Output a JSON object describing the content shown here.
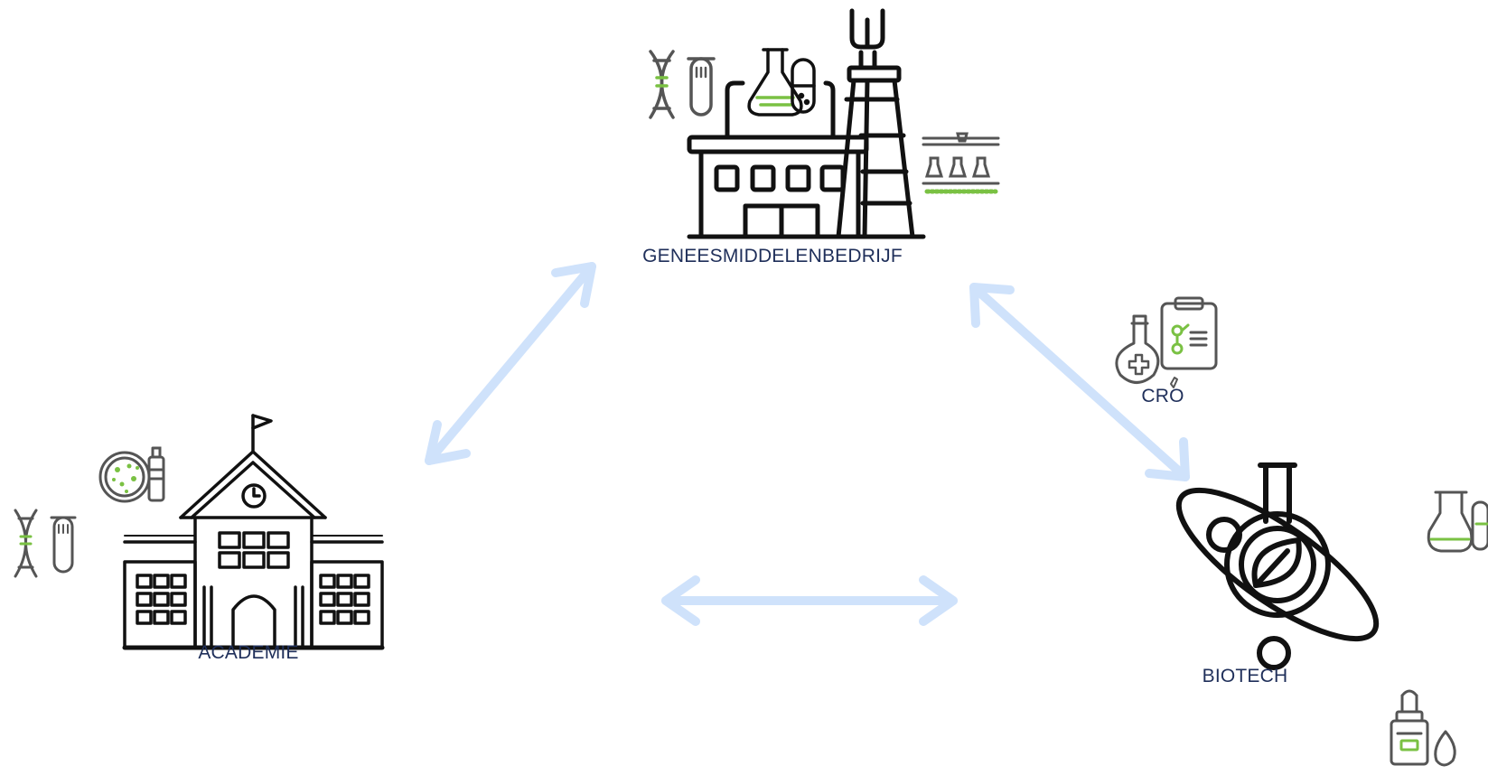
{
  "nodes": {
    "pharma": {
      "label": "GENEESMIDDELENBEDRIJF",
      "icon": "factory-icon"
    },
    "academie": {
      "label": "ACADEMIE",
      "icon": "school-building-icon"
    },
    "biotech": {
      "label": "BIOTECH",
      "icon": "atom-flask-leaf-icon"
    },
    "cro": {
      "label": "CRO",
      "icon": "clipboard-flask-icon"
    }
  },
  "colors": {
    "arrow": "#cfe2fb",
    "icon_dark": "#111111",
    "icon_accent": "#7ac143",
    "icon_gray": "#555555",
    "label": "#1f2f5a"
  },
  "connections": [
    {
      "from": "academie",
      "to": "pharma",
      "type": "bidirectional"
    },
    {
      "from": "pharma",
      "to": "biotech",
      "type": "bidirectional"
    },
    {
      "from": "academie",
      "to": "biotech",
      "type": "bidirectional"
    }
  ]
}
